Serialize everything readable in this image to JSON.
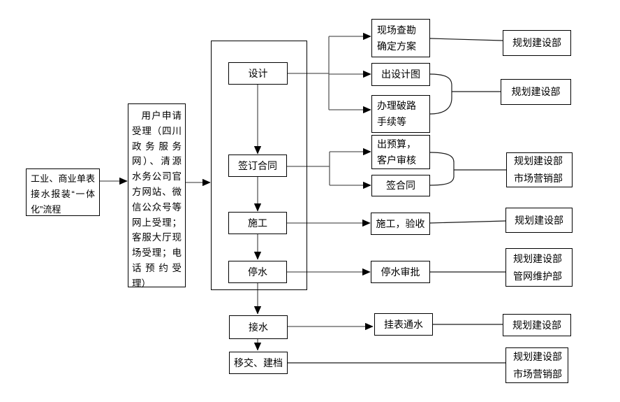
{
  "colors": {
    "ink": "#000000",
    "connector_line": "#595959",
    "background": "#ffffff"
  },
  "flow": {
    "entry": "工业、商业单表接水报装“一体化”流程",
    "intake": "用户申请受理（四川政务服务网）、清源水务公司官方网站、微信公众号等网上受理；客服大厅现场受理；电话预约受理）",
    "stages": [
      "设计",
      "签订合同",
      "施工",
      "停水",
      "接水",
      "移交、建档"
    ],
    "substeps": [
      "现场查勘确定方案",
      "出设计图",
      "办理破路手续等",
      "出预算，客户审核",
      "签合同",
      "施工，验收",
      "停水审批",
      "挂表通水"
    ],
    "departments": [
      "规划建设部",
      "规划建设部",
      "规划建设部\n市场营销部",
      "规划建设部",
      "规划建设部\n管网维护部",
      "规划建设部",
      "规划建设部\n市场营销部"
    ]
  }
}
